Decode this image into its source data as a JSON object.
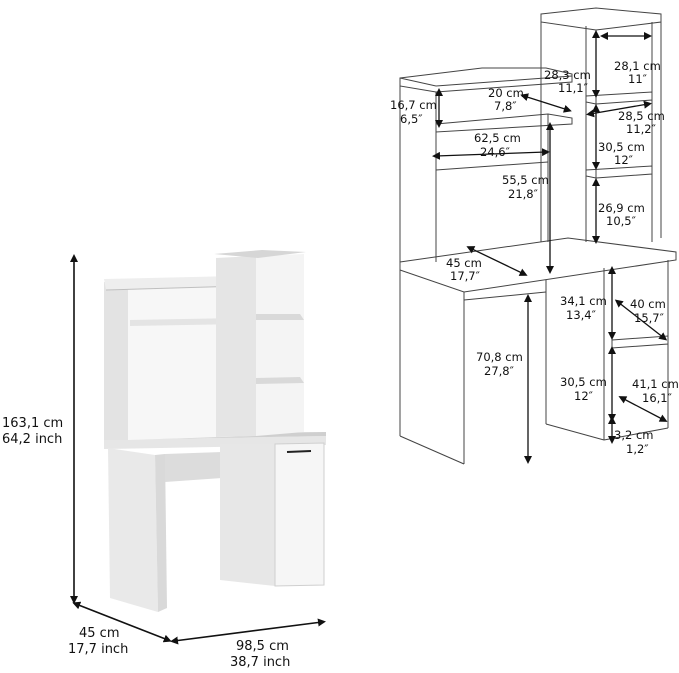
{
  "overall": {
    "height_cm": "163,1 cm",
    "height_in": "64,2 inch",
    "depth_cm": "45 cm",
    "depth_in": "17,7 inch",
    "width_cm": "98,5 cm",
    "width_in": "38,7 inch"
  },
  "detail": [
    {
      "id": "d1",
      "cm": "16,7 cm",
      "in": "6,5″"
    },
    {
      "id": "d2",
      "cm": "20 cm",
      "in": "7,8″"
    },
    {
      "id": "d3",
      "cm": "28,3 cm",
      "in": "11,1″"
    },
    {
      "id": "d4",
      "cm": "28,1 cm",
      "in": "11″"
    },
    {
      "id": "d5",
      "cm": "28,5 cm",
      "in": "11,2″"
    },
    {
      "id": "d6",
      "cm": "62,5 cm",
      "in": "24,6″"
    },
    {
      "id": "d7",
      "cm": "30,5 cm",
      "in": "12″"
    },
    {
      "id": "d8",
      "cm": "55,5 cm",
      "in": "21,8″"
    },
    {
      "id": "d9",
      "cm": "26,9 cm",
      "in": "10,5″"
    },
    {
      "id": "d10",
      "cm": "45 cm",
      "in": "17,7″"
    },
    {
      "id": "d11",
      "cm": "34,1 cm",
      "in": "13,4″"
    },
    {
      "id": "d12",
      "cm": "40 cm",
      "in": "15,7″"
    },
    {
      "id": "d13",
      "cm": "70,8 cm",
      "in": "27,8″"
    },
    {
      "id": "d14",
      "cm": "30,5 cm",
      "in": "12″"
    },
    {
      "id": "d15",
      "cm": "41,1 cm",
      "in": "16,1″"
    },
    {
      "id": "d16",
      "cm": "3,2 cm",
      "in": "1,2″"
    }
  ],
  "colors": {
    "panel_front": "#f4f4f4",
    "panel_side": "#d8d8d8",
    "panel_dark": "#bdbdbd",
    "line": "#111111",
    "outline": "#444444"
  }
}
